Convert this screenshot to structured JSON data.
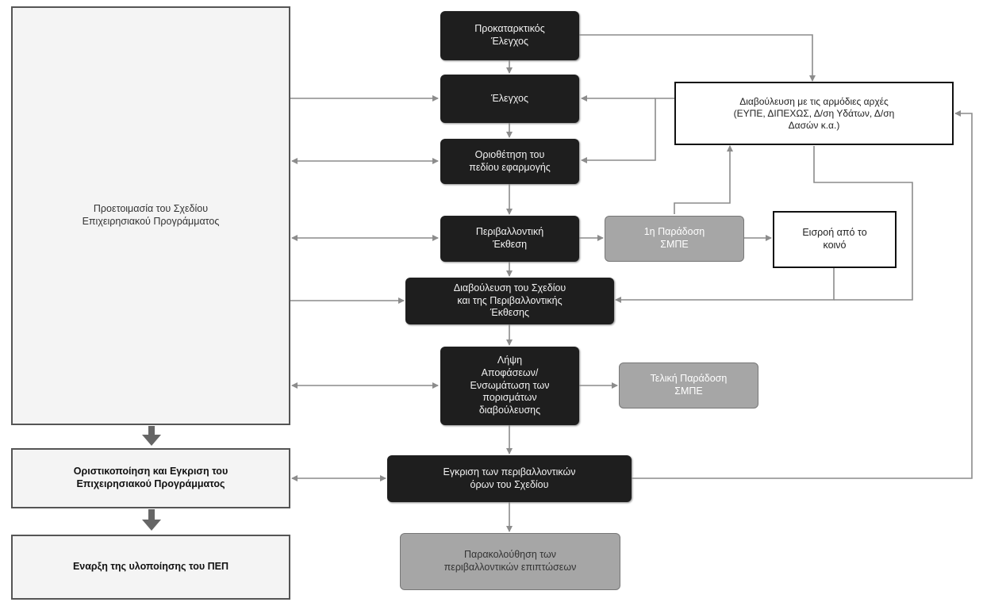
{
  "nodes": {
    "preliminary_check": "Προκαταρκτικός\nΈλεγχος",
    "check": "Έλεγχος",
    "scope_definition": "Οριοθέτηση του\nπεδίου εφαρμογής",
    "environmental_report": "Περιβαλλοντική\nΈκθεση",
    "first_delivery": "1η Παράδοση\nΣΜΠΕ",
    "public_input": "Εισροή από το\nκοινό",
    "plan_consultation": "Διαβούλευση του Σχεδίου\nκαι της Περιβαλλοντικής\nΈκθεσης",
    "decision_making": "Λήψη\nΑποφάσεων/\nΕνσωμάτωση των\nπορισμάτων\nδιαβούλευσης",
    "final_delivery": "Τελική Παράδοση\nΣΜΠΕ",
    "approval_terms": "Εγκριση των περιβαλλοντικών\nόρων του Σχεδίου",
    "monitoring": "Παρακολούθηση των\nπεριβαλλοντικών επιπτώσεων",
    "authorities_consultation": "Διαβούλευση με τις αρμόδιες αρχές\n(ΕΥΠΕ, ΔΙΠΕΧΩΣ, Δ/ση Υδάτων, Δ/ση\nΔασών κ.α.)",
    "program_preparation": "Προετοιμασία του Σχεδίου\nΕπιχειρησιακού Προγράμματος",
    "program_finalization": "Οριστικοποίηση και Εγκριση του\nΕπιχειρησιακού Προγράμματος",
    "implementation_start": "Εναρξη της υλοποίησης του ΠΕΠ"
  },
  "colors": {
    "dark_box": "#1e1e1e",
    "grey_box": "#a6a6a6",
    "connector": "#8c8c8c",
    "big_arrow": "#666666"
  }
}
